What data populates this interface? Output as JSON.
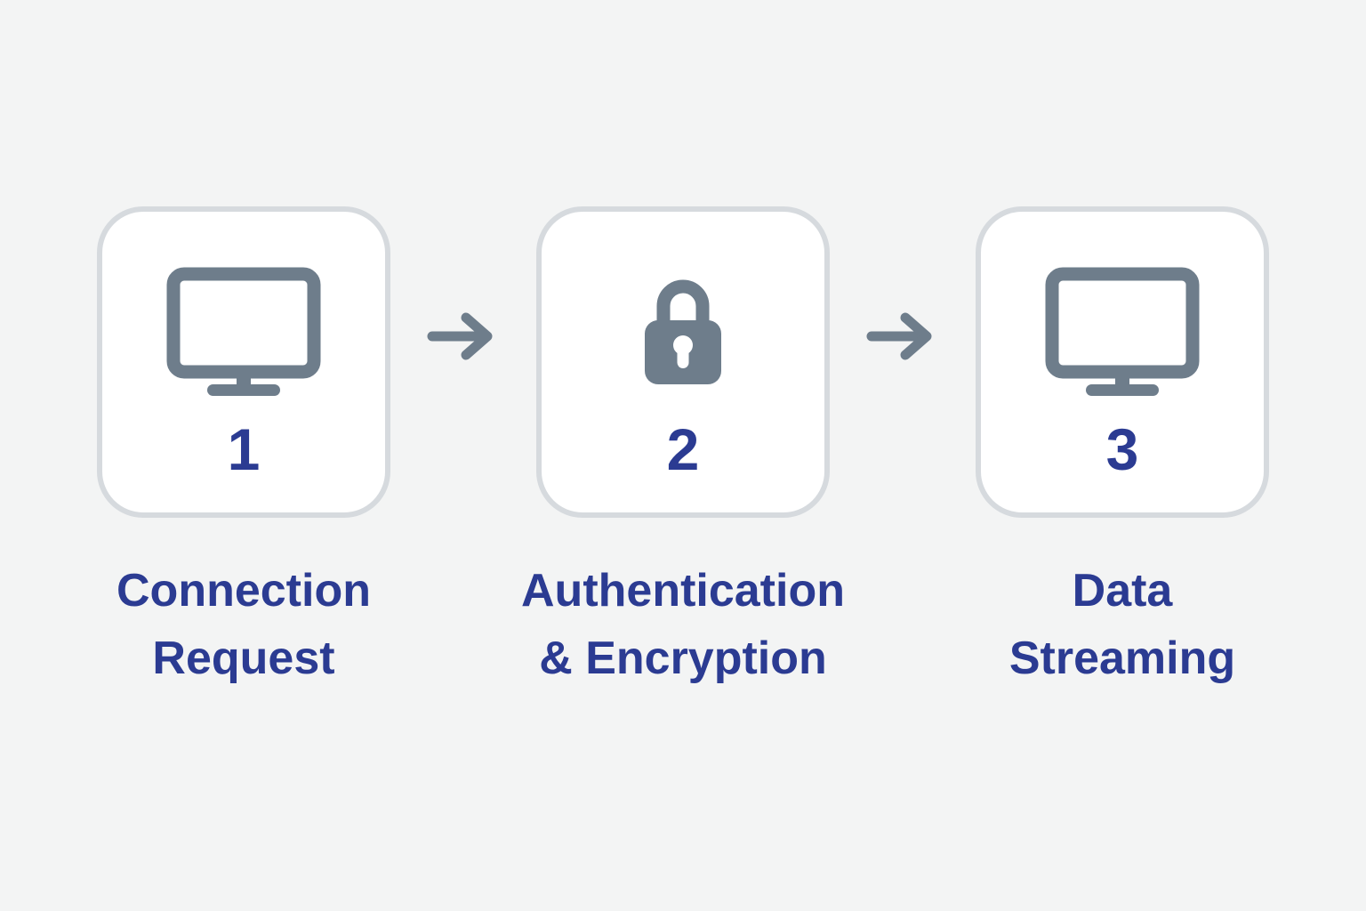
{
  "diagram": {
    "title_semantic": "secure-connection-process-flow",
    "steps": [
      {
        "number": "1",
        "icon": "monitor-icon",
        "label": "Connection Request"
      },
      {
        "number": "2",
        "icon": "lock-icon",
        "label": "Authentication & Encryption"
      },
      {
        "number": "3",
        "icon": "monitor-icon",
        "label": "Data Streaming"
      }
    ],
    "arrows": [
      {
        "icon": "arrow-right-icon"
      },
      {
        "icon": "arrow-right-icon"
      }
    ]
  },
  "colors": {
    "background": "#f3f4f4",
    "card_background": "#ffffff",
    "card_border": "#d6dade",
    "icon_slate": "#6e7d8b",
    "text_navy": "#2b3b92"
  }
}
